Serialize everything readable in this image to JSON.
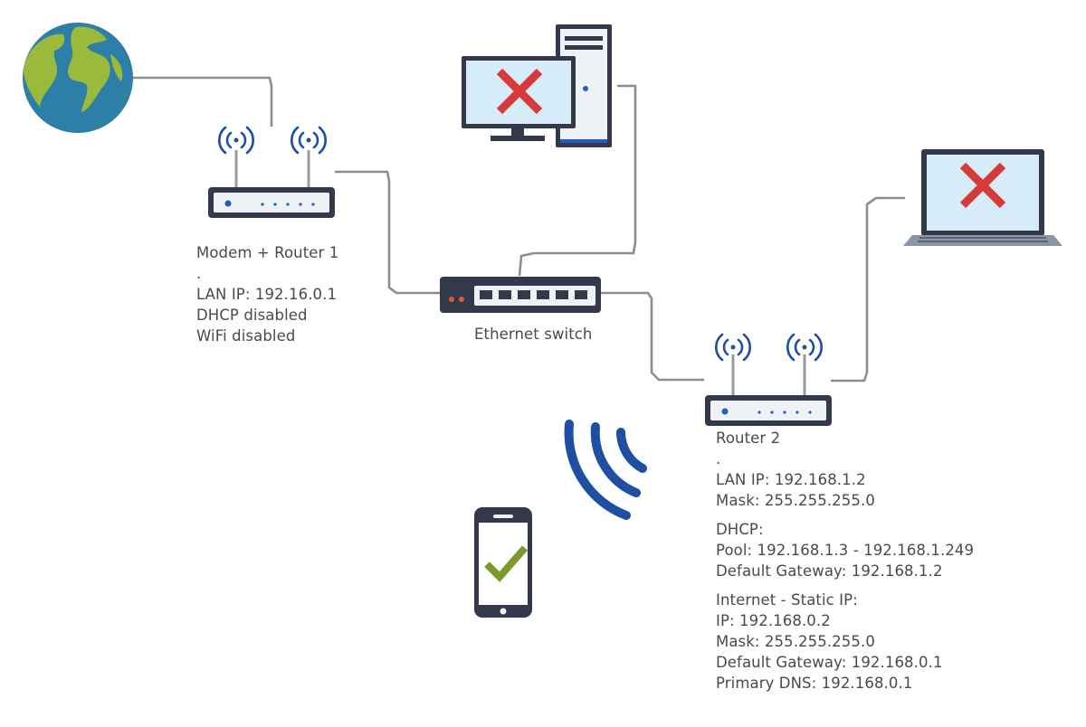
{
  "router1": {
    "title": "Modem + Router 1",
    "sep": ".",
    "lan_ip": "LAN IP: 192.16.0.1",
    "dhcp": "DHCP disabled",
    "wifi": "WiFi disabled"
  },
  "switch": {
    "label": "Ethernet switch"
  },
  "router2": {
    "title": "Router 2",
    "sep": ".",
    "lan_ip": "LAN IP: 192.168.1.2",
    "mask": "Mask: 255.255.255.0",
    "dhcp_header": "DHCP:",
    "dhcp_pool": "Pool: 192.168.1.3 - 192.168.1.249",
    "dhcp_gateway": "Default Gateway: 192.168.1.2",
    "internet_header": "Internet - Static IP:",
    "internet_ip": "IP: 192.168.0.2",
    "internet_mask": "Mask: 255.255.255.0",
    "internet_gateway": "Default Gateway: 192.168.0.1",
    "primary_dns": "Primary DNS: 192.168.0.1"
  },
  "icons": {
    "globe": "globe-icon",
    "desktop": "desktop-computer-icon",
    "laptop": "laptop-icon",
    "phone": "smartphone-icon",
    "wifi_waves": "wifi-signal-icon",
    "fail_mark": "red-x-icon",
    "ok_mark": "green-check-icon"
  },
  "colors": {
    "cable": "#8a8a8a",
    "device_dark": "#33394a",
    "signal_blue": "#1f4fa0",
    "error_red": "#d63b3b",
    "ok_green": "#7a9a2e",
    "screen": "#d6ecf8",
    "globe_ocean": "#2e7fa8",
    "globe_land": "#9bb93a"
  }
}
